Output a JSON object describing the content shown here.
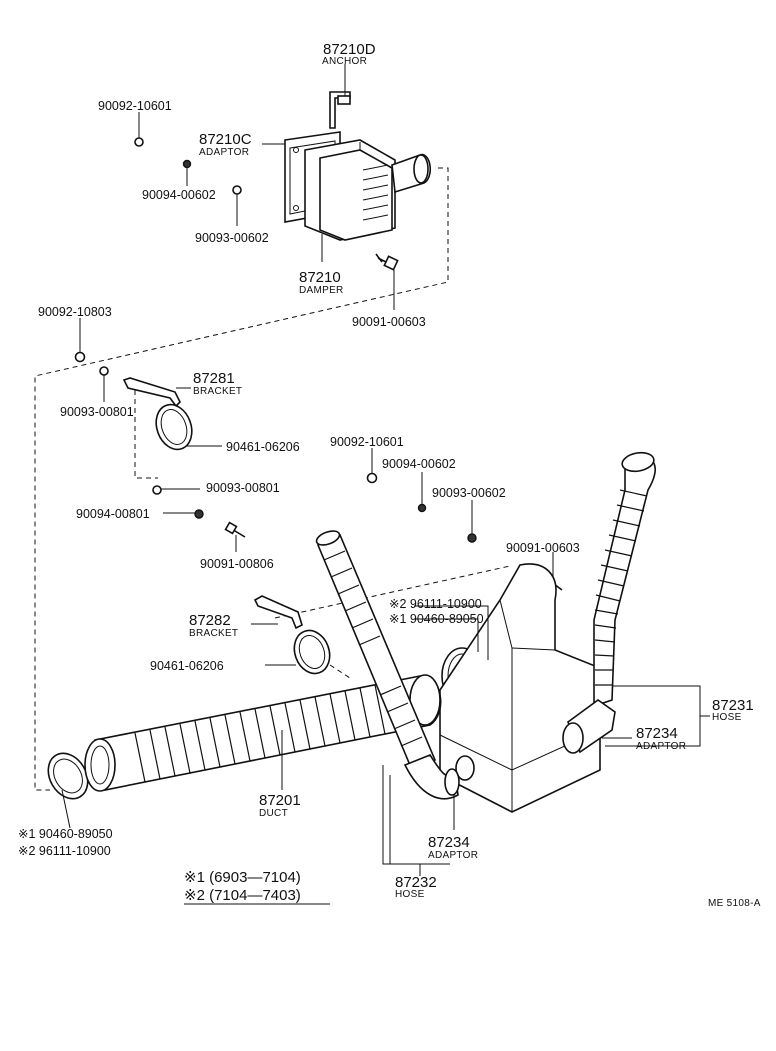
{
  "labels": {
    "l_87210D": "87210D",
    "l_anchor": "ANCHOR",
    "l_90092_10601_a": "90092-10601",
    "l_87210C": "87210C",
    "l_adaptor_a": "ADAPTOR",
    "l_90094_00602_a": "90094-00602",
    "l_90093_00602_a": "90093-00602",
    "l_87210": "87210",
    "l_damper": "DAMPER",
    "l_90091_00603_a": "90091-00603",
    "l_90092_10803": "90092-10803",
    "l_87281": "87281",
    "l_bracket_a": "BRACKET",
    "l_90093_00801_a": "90093-00801",
    "l_90461_06206_a": "90461-06206",
    "l_90093_00801_b": "90093-00801",
    "l_90094_00801": "90094-00801",
    "l_90092_10601_b": "90092-10601",
    "l_90094_00602_b": "90094-00602",
    "l_90093_00602_b": "90093-00602",
    "l_90091_00806": "90091-00806",
    "l_90091_00603_b": "90091-00603",
    "l_87282": "87282",
    "l_bracket_b": "BRACKET",
    "l_star2_96111": "※2  96111-10900",
    "l_star1_90460": "※1  90460-89050",
    "l_90461_06206_b": "90461-06206",
    "l_87231": "87231",
    "l_hose_a": "HOSE",
    "l_87234_a": "87234",
    "l_adaptor_b": "ADAPTOR",
    "l_87201": "87201",
    "l_duct": "DUCT",
    "l_star1_90460_b": "※1  90460-89050",
    "l_star2_96111_b": "※2  96111-10900",
    "l_87234_b": "87234",
    "l_adaptor_c": "ADAPTOR",
    "l_87232": "87232",
    "l_hose_b": "HOSE",
    "legend1": "※1  (6903—7104)",
    "legend2": "※2  (7104—7403)",
    "code": "ME 5108-A"
  }
}
